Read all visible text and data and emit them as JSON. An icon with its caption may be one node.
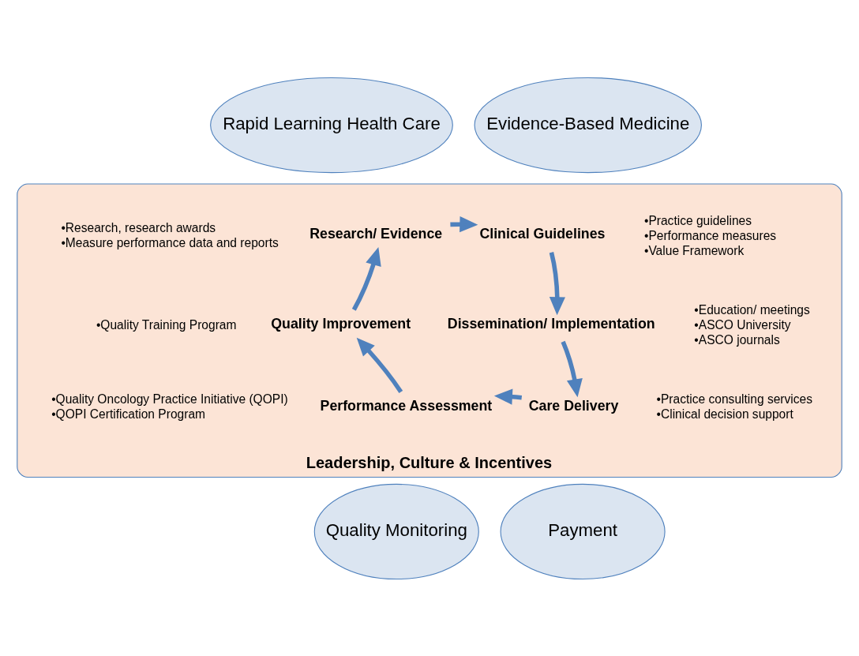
{
  "diagram": {
    "nodes": [
      {
        "text": [
          "Rapid Learning Health Care"
        ]
      },
      {
        "text": [
          "Evidence-Based Medicine"
        ]
      },
      {
        "text": [
          "Leadership, Culture & Incentives"
        ]
      },
      {
        "text": [
          "Research/ Evidence"
        ],
        "in": 2,
        "beside": [
          "•Research, research awards",
          "•Measure performance data and reports"
        ]
      },
      {
        "text": [
          "Clinical Guidelines"
        ],
        "in": 2,
        "beside": [
          "•Practice guidelines",
          "•Performance measures",
          "•Value Framework"
        ]
      },
      {
        "text": [
          "Dissemination/ Implementation"
        ],
        "in": 2,
        "beside": [
          "•Education/ meetings",
          "•ASCO University",
          "•ASCO journals"
        ]
      },
      {
        "text": [
          "Care Delivery"
        ],
        "in": 2,
        "beside": [
          "•Practice consulting services",
          "•Clinical decision support"
        ]
      },
      {
        "text": [
          "Performance Assessment"
        ],
        "in": 2,
        "beside": [
          "•Quality Oncology Practice Initiative (QOPI)",
          "•QOPI Certification Program"
        ]
      },
      {
        "text": [
          "Quality Improvement"
        ],
        "in": 2,
        "beside": [
          "•Quality Training Program"
        ]
      },
      {
        "text": [
          "Quality Monitoring"
        ]
      },
      {
        "text": [
          "Payment"
        ]
      }
    ],
    "edges": [
      {
        "from": 3,
        "to": 4,
        "arrow": "to"
      },
      {
        "from": 4,
        "to": 5,
        "arrow": "to"
      },
      {
        "from": 5,
        "to": 6,
        "arrow": "to"
      },
      {
        "from": 6,
        "to": 7,
        "arrow": "to"
      },
      {
        "from": 7,
        "to": 8,
        "arrow": "to"
      },
      {
        "from": 8,
        "to": 3,
        "arrow": "to"
      }
    ]
  }
}
